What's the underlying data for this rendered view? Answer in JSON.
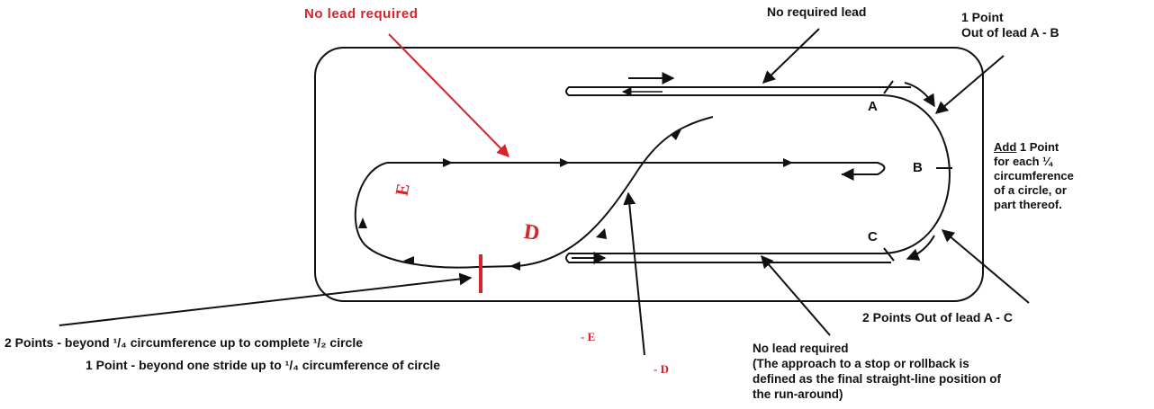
{
  "labels": {
    "no_lead_required_top": "No lead required",
    "no_required_lead": "No required lead",
    "one_point_line1": "1 Point",
    "one_point_line2": "Out of lead A - B",
    "add_word": "Add",
    "add_rest": " 1 Point",
    "add_line2": "for each ¼",
    "add_line3": "circumference",
    "add_line4": "of a circle, or",
    "add_line5": "part thereof.",
    "two_points_ac": "2 Points Out of lead A - C",
    "two_points_beyond_prefix": "2 Points - beyond ",
    "two_points_frac1": "¹/₄",
    "two_points_beyond_mid": "  circumference up to complete ",
    "two_points_frac2": "¹/₂",
    "two_points_beyond_suffix": " circle",
    "two_points_tag": "- E",
    "one_point_stride_prefix": "1 Point - beyond one stride up to ",
    "one_point_frac": "¹/₄",
    "one_point_stride_suffix": "  circumference of circle",
    "one_point_tag": "- D",
    "no_lead_bottom_line1": "No lead required",
    "no_lead_bottom_line2": "(The approach to a stop or rollback is",
    "no_lead_bottom_line3": "defined as the final straight-line position of",
    "no_lead_bottom_line4": "the run-around)"
  },
  "points": {
    "a": "A",
    "b": "B",
    "c": "C",
    "d": "D",
    "e": "E"
  },
  "colors": {
    "accent": "#d8232a",
    "ink": "#111111"
  }
}
